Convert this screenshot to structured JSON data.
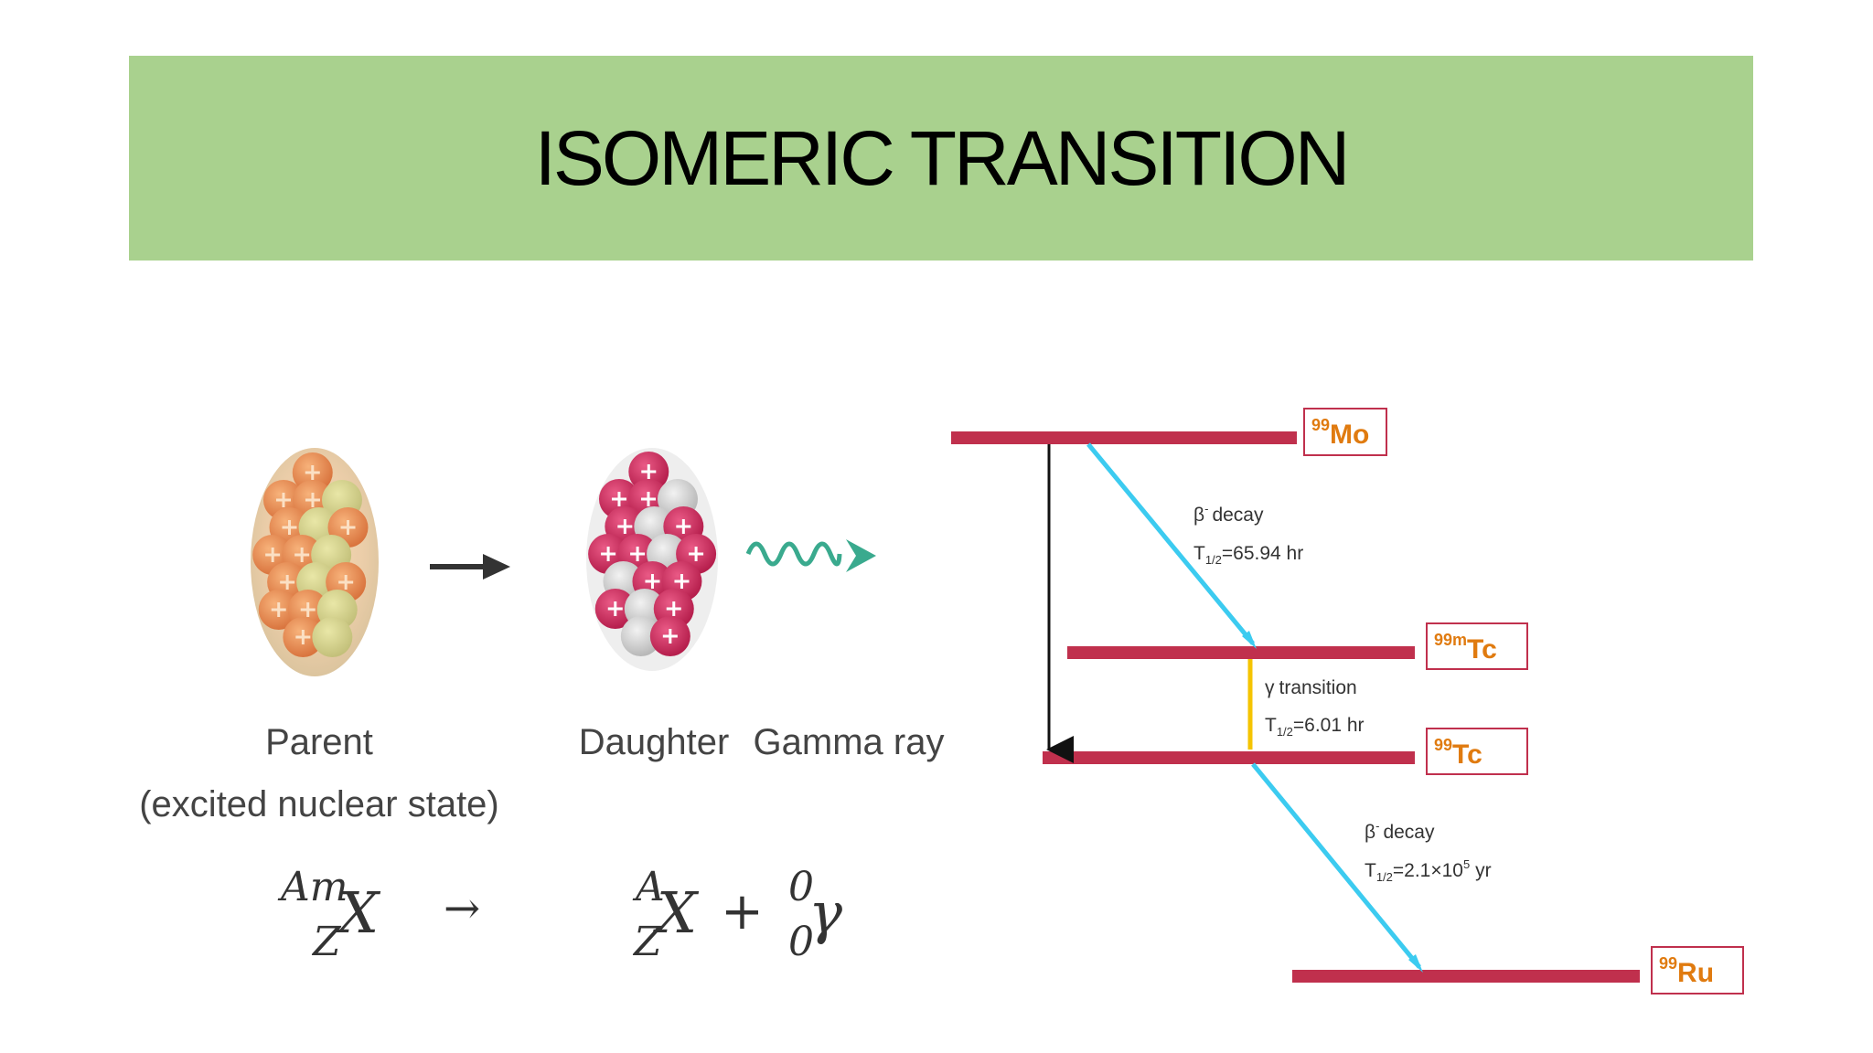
{
  "title": "ISOMERIC TRANSITION",
  "left_panel": {
    "arrow": "→",
    "parent_label": "Parent",
    "parent_sublabel": "(excited nuclear state)",
    "daughter_label": "Daughter",
    "gamma_label": "Gamma ray",
    "equation": {
      "lhs_mass": "Am",
      "lhs_atomic": "Z",
      "lhs_symbol": "X",
      "arrow": "→",
      "rhs1_mass": "A",
      "rhs1_atomic": "Z",
      "rhs1_symbol": "X",
      "plus": "+",
      "rhs2_mass": "0",
      "rhs2_atomic": "0",
      "rhs2_symbol": "γ"
    }
  },
  "decay_scheme": {
    "levels": [
      {
        "mass": "99",
        "symbol": "Mo"
      },
      {
        "mass": "99m",
        "symbol": "Tc"
      },
      {
        "mass": "99",
        "symbol": "Tc"
      },
      {
        "mass": "99",
        "symbol": "Ru"
      }
    ],
    "transitions": [
      {
        "beta": "β",
        "sup": "-",
        "kind": "decay",
        "t_label": "T",
        "t_sub": "1/2",
        "t_value": "=65.94 hr"
      },
      {
        "gamma": "γ",
        "kind": "transition",
        "t_label": "T",
        "t_sub": "1/2",
        "t_value": "=6.01 hr"
      },
      {
        "beta": "β",
        "sup": "-",
        "kind": "decay",
        "t_label": "T",
        "t_sub": "1/2",
        "t_value": "=2.1×10",
        "t_exp": "5",
        "t_unit": " yr"
      }
    ]
  },
  "colors": {
    "title_bar": "#a9d18e",
    "level_bar": "#c0304d",
    "beta_arrow": "#3ccbf0",
    "gamma_arrow": "#f5c400",
    "label_text": "#e07b10",
    "label_border": "#c0304d",
    "gamma_wave": "#3aaa8e"
  }
}
